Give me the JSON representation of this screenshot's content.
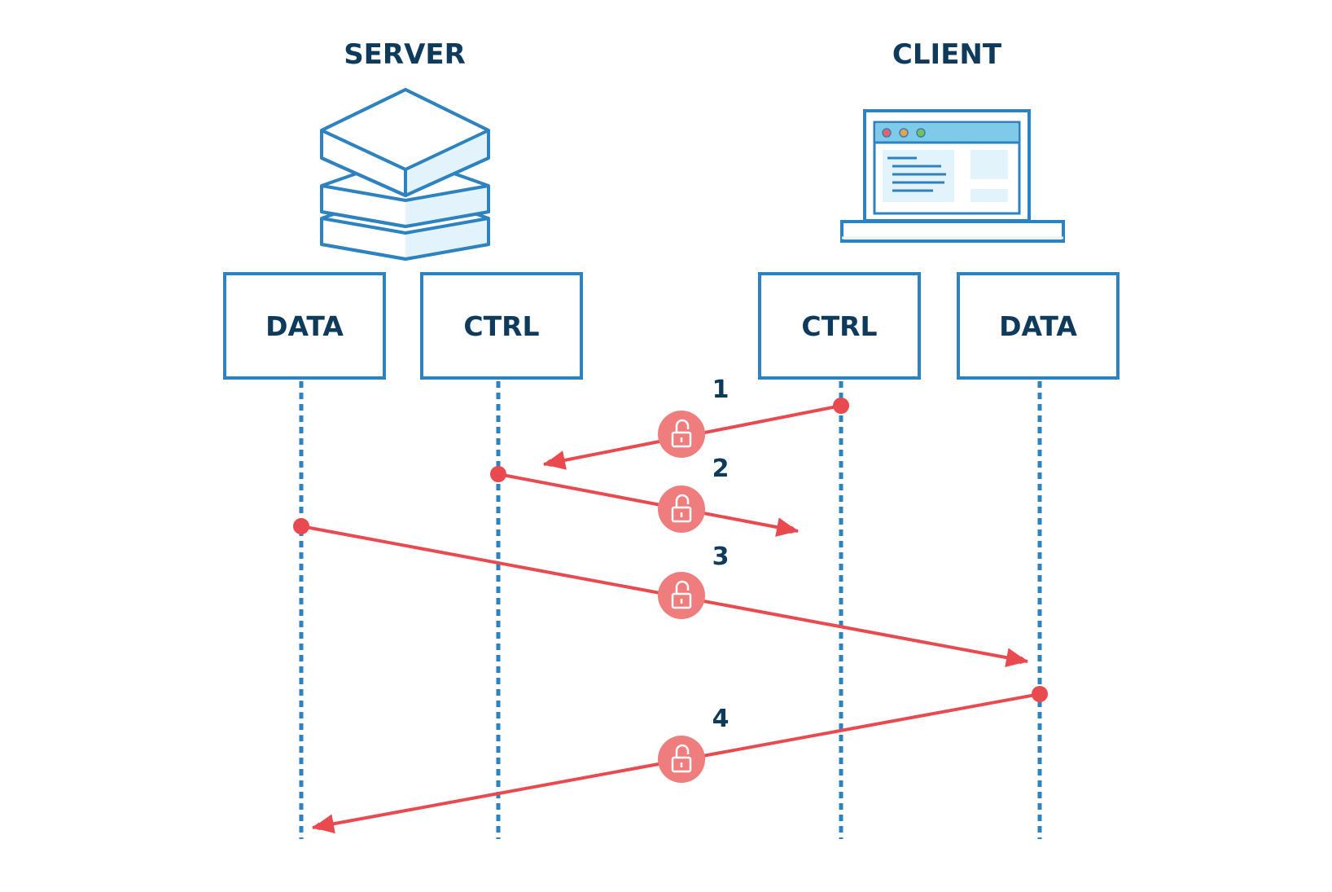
{
  "colors": {
    "navy": "#0e3a5c",
    "blue": "#2d82c0",
    "light_blue": "#e3f3fb",
    "screen_bar": "#7ecae8",
    "red": "#e84a4f",
    "lock_bg": "#f07d7d",
    "dot_red": "#f06060",
    "dot_orange": "#f0a040",
    "dot_green": "#7ac050"
  },
  "server": {
    "title": "SERVER",
    "icon": "server-stack-icon"
  },
  "client": {
    "title": "CLIENT",
    "icon": "laptop-icon"
  },
  "lanes": [
    {
      "label": "DATA",
      "side": "server"
    },
    {
      "label": "CTRL",
      "side": "server"
    },
    {
      "label": "CTRL",
      "side": "client"
    },
    {
      "label": "DATA",
      "side": "client"
    }
  ],
  "messages": [
    {
      "step": "1",
      "from_lane": 2,
      "direction": "to-server",
      "icon": "unlocked-padlock-icon"
    },
    {
      "step": "2",
      "from_lane": 1,
      "direction": "to-client",
      "icon": "unlocked-padlock-icon"
    },
    {
      "step": "3",
      "from_lane": 0,
      "direction": "to-client",
      "icon": "unlocked-padlock-icon"
    },
    {
      "step": "4",
      "from_lane": 3,
      "direction": "to-server",
      "icon": "unlocked-padlock-icon"
    }
  ]
}
